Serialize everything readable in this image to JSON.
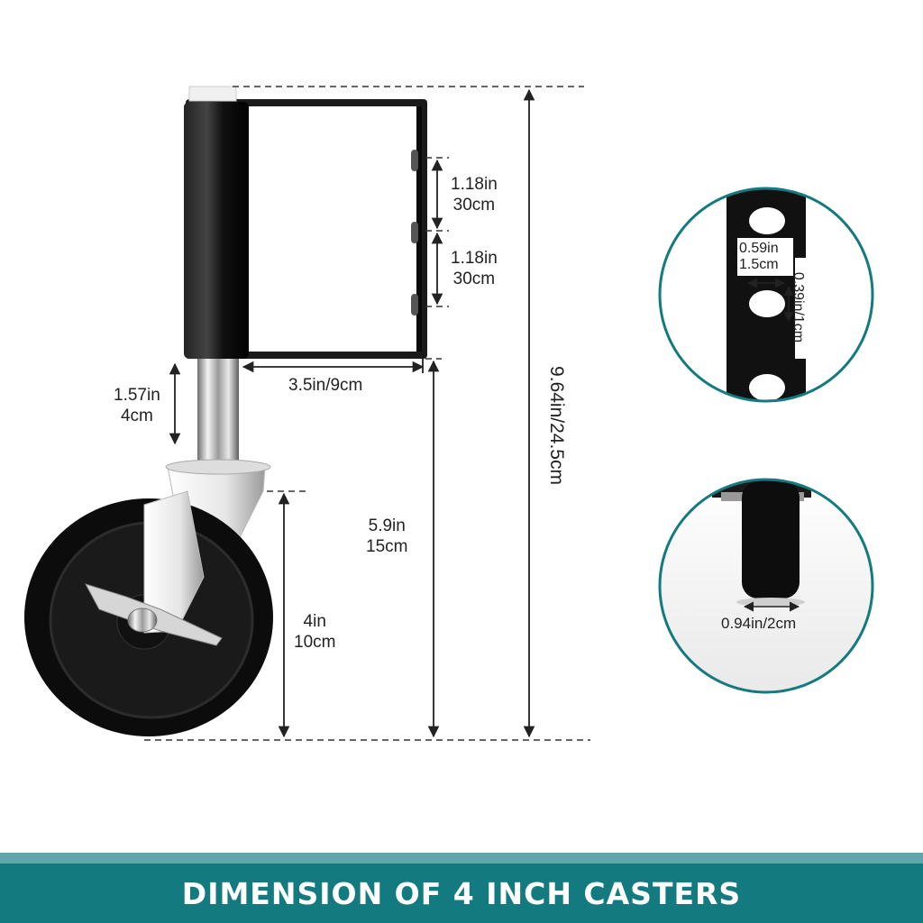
{
  "footer": {
    "title": "DIMENSION OF 4 INCH CASTERS"
  },
  "dimensions": {
    "hole_spacing_1": {
      "line1": "1.18in",
      "line2": "30cm"
    },
    "hole_spacing_2": {
      "line1": "1.18in",
      "line2": "30cm"
    },
    "bracket_width": "3.5in/9cm",
    "stem_height": {
      "line1": "1.57in",
      "line2": "4cm"
    },
    "mount_height": {
      "line1": "5.9in",
      "line2": "15cm"
    },
    "wheel_diameter": {
      "line1": "4in",
      "line2": "10cm"
    },
    "total_height": "9.64in/24.5cm"
  },
  "detail_hole": {
    "hole_width": {
      "line1": "0.59in",
      "line2": "1.5cm"
    },
    "hole_height": "0.39in/1cm"
  },
  "detail_wheel": {
    "wheel_width": "0.94in/2cm"
  },
  "colors": {
    "teal": "#137a80",
    "teal_light": "#5fa6ab",
    "black": "#111111"
  }
}
